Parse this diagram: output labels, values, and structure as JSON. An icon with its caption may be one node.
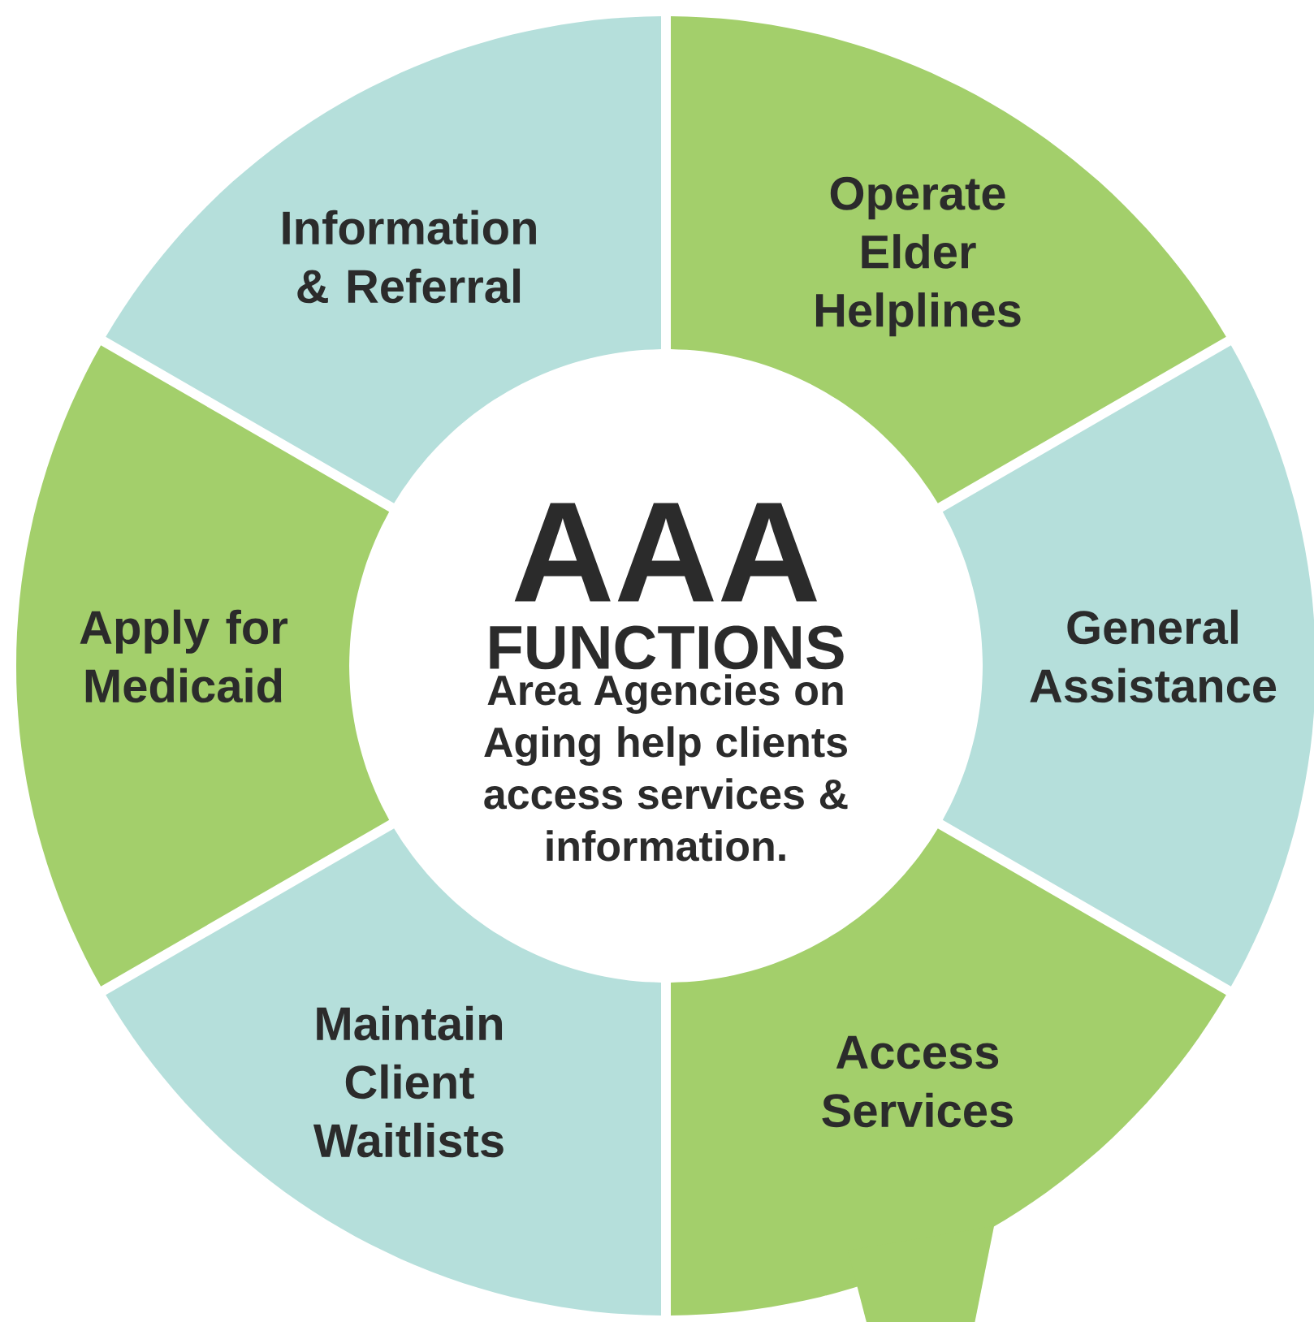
{
  "diagram": {
    "nodes": [
      {
        "text": [
          "AAA",
          "FUNCTIONS",
          "Area Agencies on Aging help clients access services & information."
        ]
      },
      {
        "text": [
          "Information & Referral"
        ]
      },
      {
        "text": [
          "Operate Elder Helplines"
        ]
      },
      {
        "text": [
          "General Assistance"
        ]
      },
      {
        "text": [
          "Access Services"
        ]
      },
      {
        "text": [
          "Maintain Client Waitlists"
        ]
      },
      {
        "text": [
          "Apply for Medicaid"
        ]
      }
    ]
  }
}
